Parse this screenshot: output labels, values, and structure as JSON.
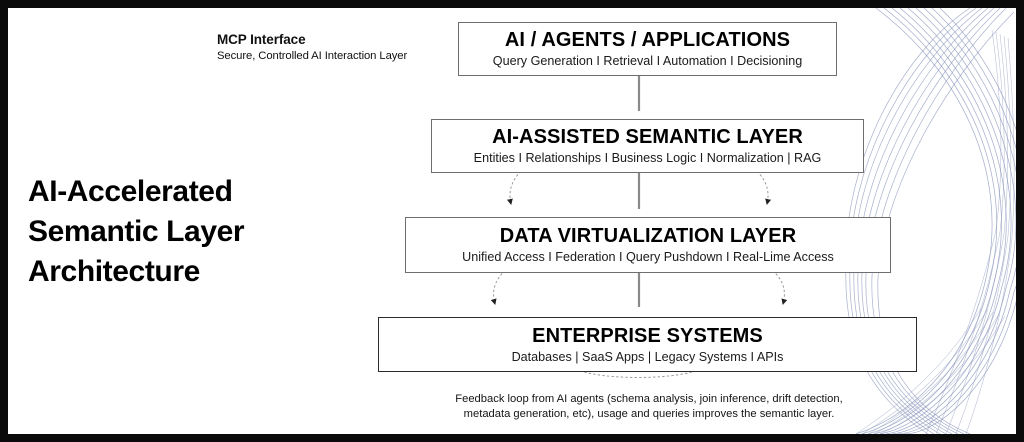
{
  "page": {
    "title": "AI-Accelerated Semantic Layer Architecture",
    "title_lines": [
      "AI-Accelerated",
      "Semantic Layer",
      "Architecture"
    ],
    "background": "#ffffff",
    "frame_color": "#000000",
    "accent_decoration_color": "#7f8cb5"
  },
  "annotation": {
    "name": "mcp-interface",
    "title": "MCP Interface",
    "subtitle": "Secure, Controlled AI Interaction Layer"
  },
  "layers": [
    {
      "id": "ai-agents-applications",
      "title": "AI /  AGENTS / APPLICATIONS",
      "subtitle": "Query Generation I Retrieval I Automation I Decisioning"
    },
    {
      "id": "ai-assisted-semantic-layer",
      "title": "AI-ASSISTED SEMANTIC LAYER",
      "subtitle": "Entities I Relationships I Business Logic I Normalization | RAG"
    },
    {
      "id": "data-virtualization-layer",
      "title": "DATA VIRTUALIZATION LAYER",
      "subtitle": "Unified Access I Federation I Query Pushdown I Real-Lime Access"
    },
    {
      "id": "enterprise-systems",
      "title": "ENTERPRISE SYSTEMS",
      "subtitle": "Databases | SaaS Apps | Legacy Systems I APIs"
    }
  ],
  "footnote": {
    "line1": "Feedback loop from AI agents (schema analysis, join inference, drift detection,",
    "line2": "metadata generation, etc), usage and queries improves the semantic layer."
  }
}
